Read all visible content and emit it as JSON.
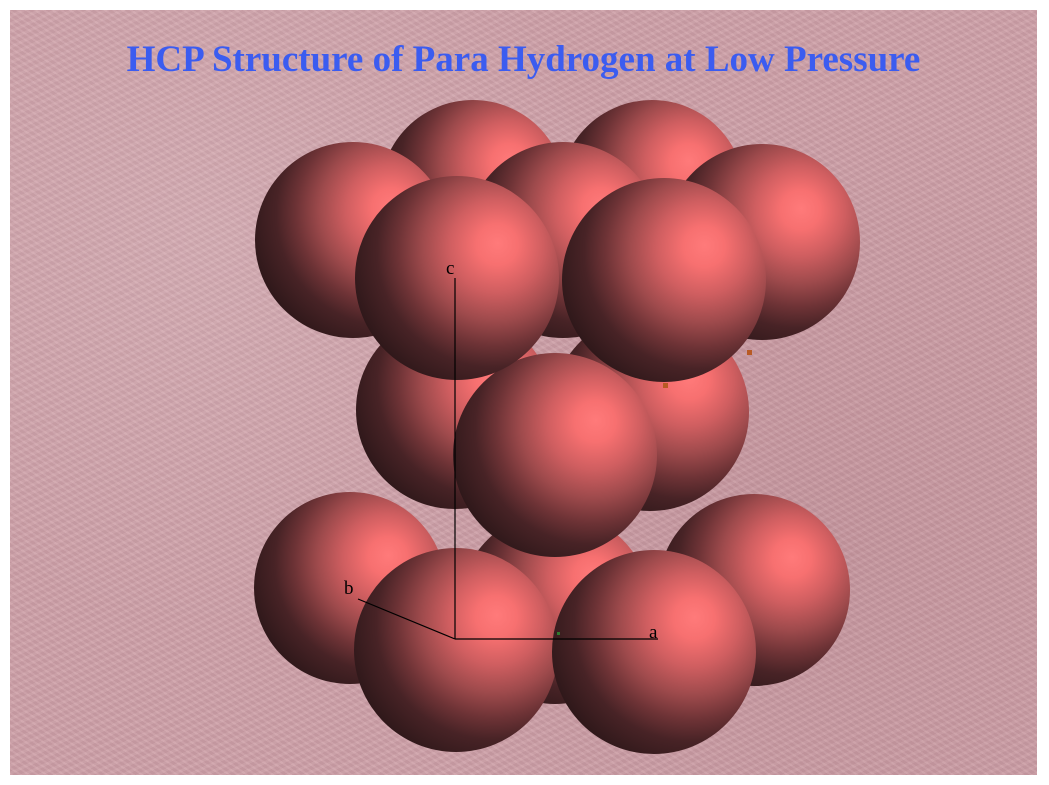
{
  "slide": {
    "title": "HCP Structure of Para Hydrogen at Low Pressure"
  },
  "axes": {
    "a_label": "a",
    "b_label": "b",
    "c_label": "c"
  },
  "colors": {
    "title": "#3b5cf0",
    "sphere_highlight": "#ff7a7a",
    "sphere_mid": "#8a4848",
    "sphere_edge": "#321a1c",
    "axis_line": "#000000",
    "marker": "#b85a24"
  },
  "spheres": {
    "count": 17,
    "layers": [
      "bottom-A-layer",
      "middle-B-layer",
      "top-A-layer"
    ]
  }
}
